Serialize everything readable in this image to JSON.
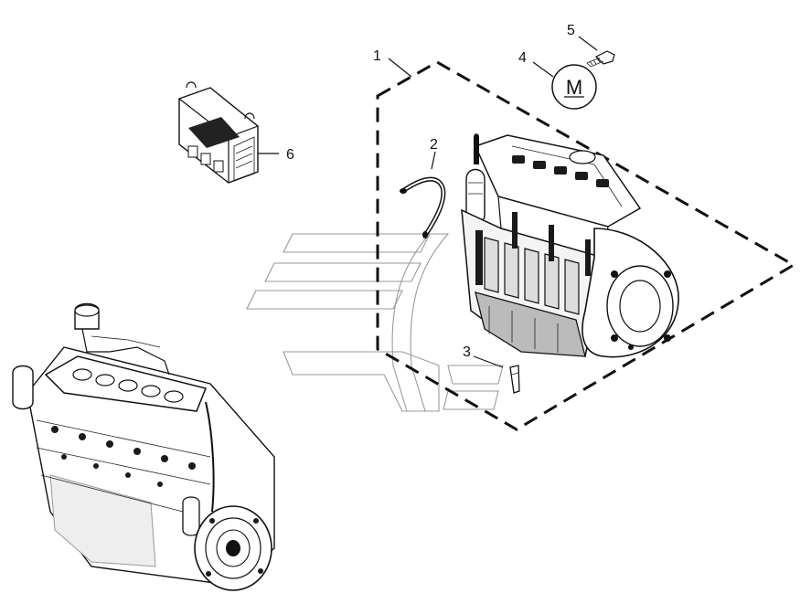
{
  "callouts": {
    "c1": "1",
    "c2": "2",
    "c3": "3",
    "c4": "4",
    "c5": "5",
    "c6": "6"
  },
  "marker": {
    "m_label": "M"
  },
  "colors": {
    "line": "#111111",
    "watermark": "#9a9a9a",
    "background": "#ffffff"
  }
}
